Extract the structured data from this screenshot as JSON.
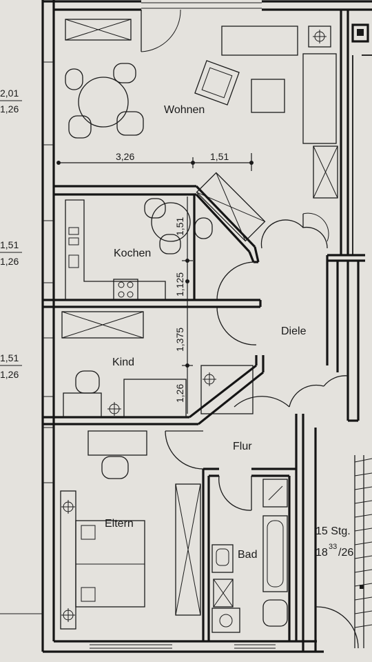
{
  "rooms": {
    "wohnen": "Wohnen",
    "kochen": "Kochen",
    "kind": "Kind",
    "diele": "Diele",
    "flur": "Flur",
    "eltern": "Eltern",
    "bad": "Bad"
  },
  "dimensions": {
    "wohnen_width_left": "3,26",
    "wohnen_width_right": "1,51",
    "kochen_depth": "1,51",
    "kochen_window": "1,125",
    "kind_depth": "1,375",
    "kind_window": "1,26"
  },
  "margin_notes": {
    "m1_top": "2,01",
    "m1_bottom": "1,26",
    "m2_top": "1,51",
    "m2_bottom": "1,26",
    "m3_top": "1,51",
    "m3_bottom": "1,26"
  },
  "stairs": {
    "label": "15 Stg.",
    "ratio_left": "18",
    "ratio_super": "33",
    "ratio_right": "/26"
  }
}
